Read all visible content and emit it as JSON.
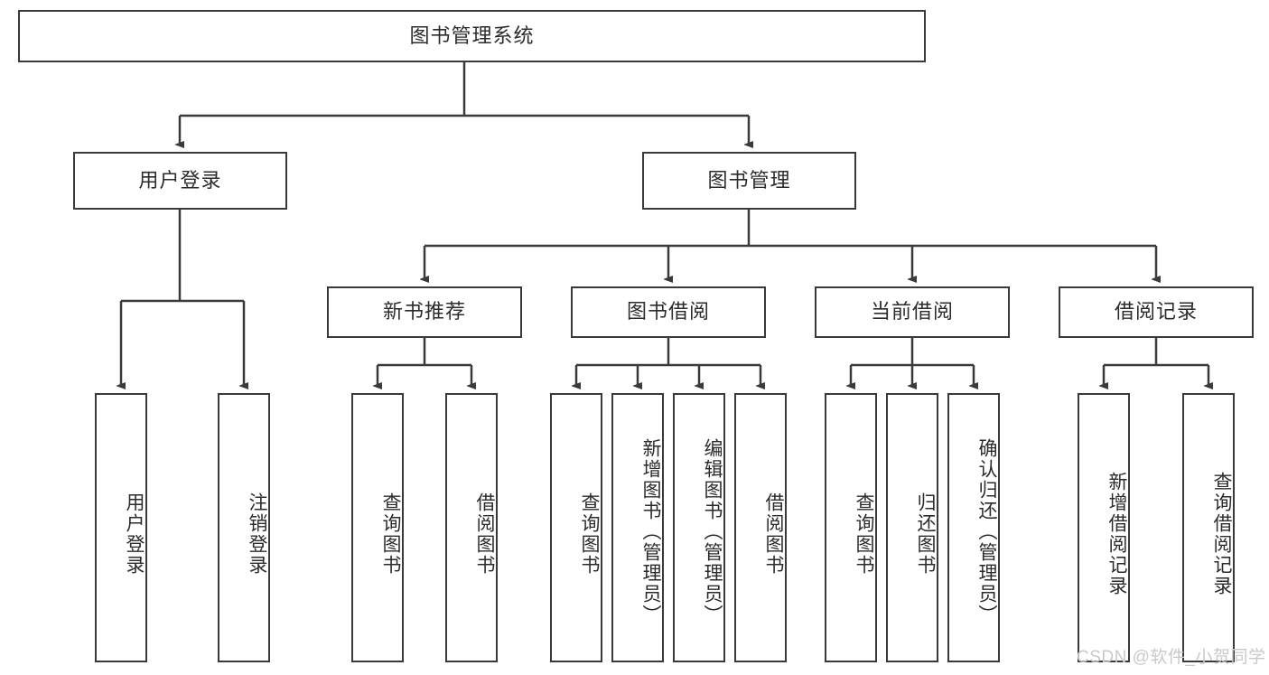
{
  "diagram": {
    "title": "图书管理系统",
    "type": "hierarchy-tree",
    "root": {
      "label": "图书管理系统"
    },
    "level2": [
      {
        "label": "用户登录"
      },
      {
        "label": "图书管理"
      }
    ],
    "level3": [
      {
        "label": "新书推荐"
      },
      {
        "label": "图书借阅"
      },
      {
        "label": "当前借阅"
      },
      {
        "label": "借阅记录"
      }
    ],
    "leaves": {
      "user_login": [
        {
          "label": "用户登录"
        },
        {
          "label": "注销登录"
        }
      ],
      "new_book_recommend": [
        {
          "label": "查询图书"
        },
        {
          "label": "借阅图书"
        }
      ],
      "book_borrow": [
        {
          "label": "查询图书"
        },
        {
          "label": "新增图书（管理员）"
        },
        {
          "label": "编辑图书（管理员）"
        },
        {
          "label": "借阅图书"
        }
      ],
      "current_borrow": [
        {
          "label": "查询图书"
        },
        {
          "label": "归还图书"
        },
        {
          "label": "确认归还（管理员）"
        }
      ],
      "borrow_record": [
        {
          "label": "新增借阅记录"
        },
        {
          "label": "查询借阅记录"
        }
      ]
    }
  },
  "watermark": {
    "text": "CSDN @软件_小贺同学"
  },
  "colors": {
    "stroke": "#3a3a3a",
    "text": "#2b2b2b",
    "background": "#ffffff",
    "watermark": "#c9c9c9"
  }
}
